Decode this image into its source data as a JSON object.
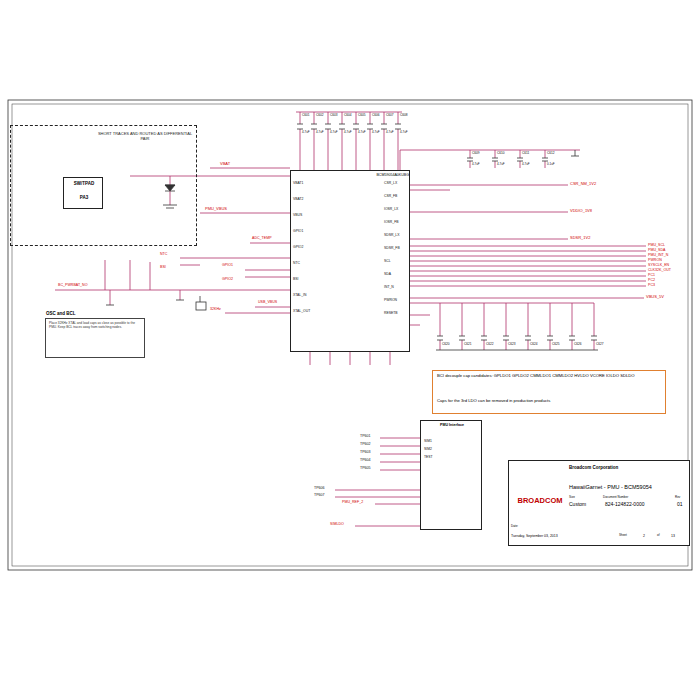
{
  "diagram": {
    "nodes": [
      {
        "text": [
          "SHORT TRACES AND ROUTED AS DIFFERENTIAL PAIR"
        ]
      },
      {
        "text": [
          "SW/TPAD",
          "PA3"
        ],
        "in": 0
      },
      {
        "text": [
          "BCM59054A0KUBG"
        ]
      },
      {
        "text": [
          "OSC and BCL",
          "Place 32KHz XTAL and load caps as close as possible to the PMU. Keep BCL traces away from switching nodes."
        ]
      },
      {
        "text": [
          "BCI decouple cap candidates: GPLDO1 GPLDO2 CMMLDO1 CMMLDO2 HVLDO VCORE IOLDO SDLDO",
          "Caps for the 3rd LDO can be removed in production products"
        ]
      },
      {
        "text": [
          "PMU Interface"
        ]
      },
      {
        "text": [
          "BROADCOM",
          "Broadcom Corporation",
          "HawaiiGarnet - PMU - BCM59054",
          "Size",
          "Custom",
          "Document Number",
          "824-124822-0000",
          "Rev",
          "01",
          "Date:",
          "Tuesday, September 03, 2013",
          "Sheet",
          "2",
          "of",
          "13"
        ]
      }
    ],
    "labels": [
      "C601",
      "C602",
      "C603",
      "C604",
      "C605",
      "C606",
      "C607",
      "C608",
      "4.7uF",
      "4.7uF",
      "4.7uF",
      "4.7uF",
      "4.7uF",
      "4.7uF",
      "4.7uF",
      "4.7uF",
      "C609",
      "C610",
      "C611",
      "C612",
      "4.7uF",
      "4.7uF",
      "4.7uF",
      "0.1uF",
      "CSR_NM_1V2",
      "VDDIO_1V8",
      "SDSR_1V2",
      "PMU_SCL",
      "PMU_SDA",
      "PMU_INT_N",
      "PWRON",
      "SYSCLK_EN",
      "CLK32K_OUT",
      "PC1",
      "PC2",
      "PC3",
      "VBUS_5V",
      "VBAT",
      "PMU_VBUS",
      "ADC_TEMP",
      "GPIO1",
      "GPIO2",
      "NTC",
      "BSI",
      "BC_PWRBAT_NO",
      "USB_VBUS",
      "32KHz",
      "C620",
      "C621",
      "C622",
      "C623",
      "C624",
      "C625",
      "C626",
      "C627",
      "TP601",
      "TP602",
      "TP603",
      "TP604",
      "TP605",
      "TP606",
      "TP607",
      "PMU_REF_2",
      "SIMLDO",
      "VBAT1",
      "VBAT2",
      "VBUS",
      "GPIO1",
      "GPIO2",
      "NTC",
      "BSI",
      "XTAL_IN",
      "XTAL_OUT",
      "CSR_LX",
      "CSR_FB",
      "IOSR_LX",
      "IOSR_FB",
      "SDSR_LX",
      "SDSR_FB",
      "SCL",
      "SDA",
      "INT_N",
      "PWRON",
      "RESETB",
      "SIM1",
      "SIM2",
      "TEST"
    ]
  }
}
